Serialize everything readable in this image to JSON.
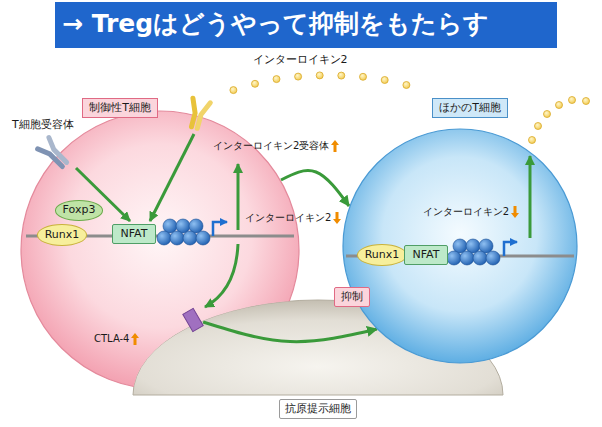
{
  "diagram": {
    "title": "→ Tregはどうやって抑制をもたらす",
    "nodes": [
      {
        "text": [
          "制御性T細胞"
        ]
      },
      {
        "text": [
          "Foxp3"
        ],
        "in": 0
      },
      {
        "text": [
          "Runx1"
        ],
        "in": 0
      },
      {
        "text": [
          "NFAT"
        ],
        "in": 0
      },
      {
        "text": [
          "ほかのT細胞"
        ]
      },
      {
        "text": [
          "Runx1"
        ],
        "in": 4
      },
      {
        "text": [
          "NFAT"
        ],
        "in": 4
      },
      {
        "text": [
          "抑制"
        ]
      },
      {
        "text": [
          "抗原提示細胞"
        ]
      }
    ],
    "edges": [
      {
        "from": 0,
        "to": 4,
        "arrow": "to"
      },
      {
        "from": 0,
        "to": 4,
        "arrow": "to"
      }
    ],
    "labels": [
      "インターロイキン2",
      "T細胞受容体",
      "インターロイキン2受容体",
      "インターロイキン2",
      "インターロイキン2",
      "CTLA-4"
    ]
  }
}
